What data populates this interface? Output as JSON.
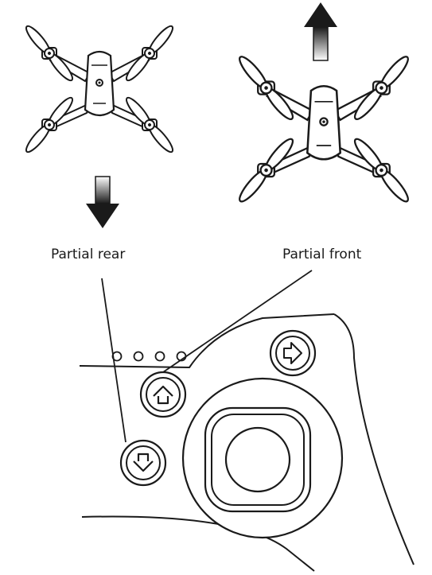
{
  "labels": {
    "partial_rear": "Partial rear",
    "partial_front": "Partial front"
  },
  "icons": {
    "up_arrow": "arrow-up-icon",
    "down_arrow": "arrow-down-icon",
    "forward_button": "arrow-right-icon",
    "front_button": "chevron-up-icon",
    "rear_button": "chevron-down-icon"
  },
  "colors": {
    "ink": "#1a1a1a",
    "background": "#ffffff",
    "arrow_light": "#e6e6e6"
  },
  "indicator_lights": 4
}
